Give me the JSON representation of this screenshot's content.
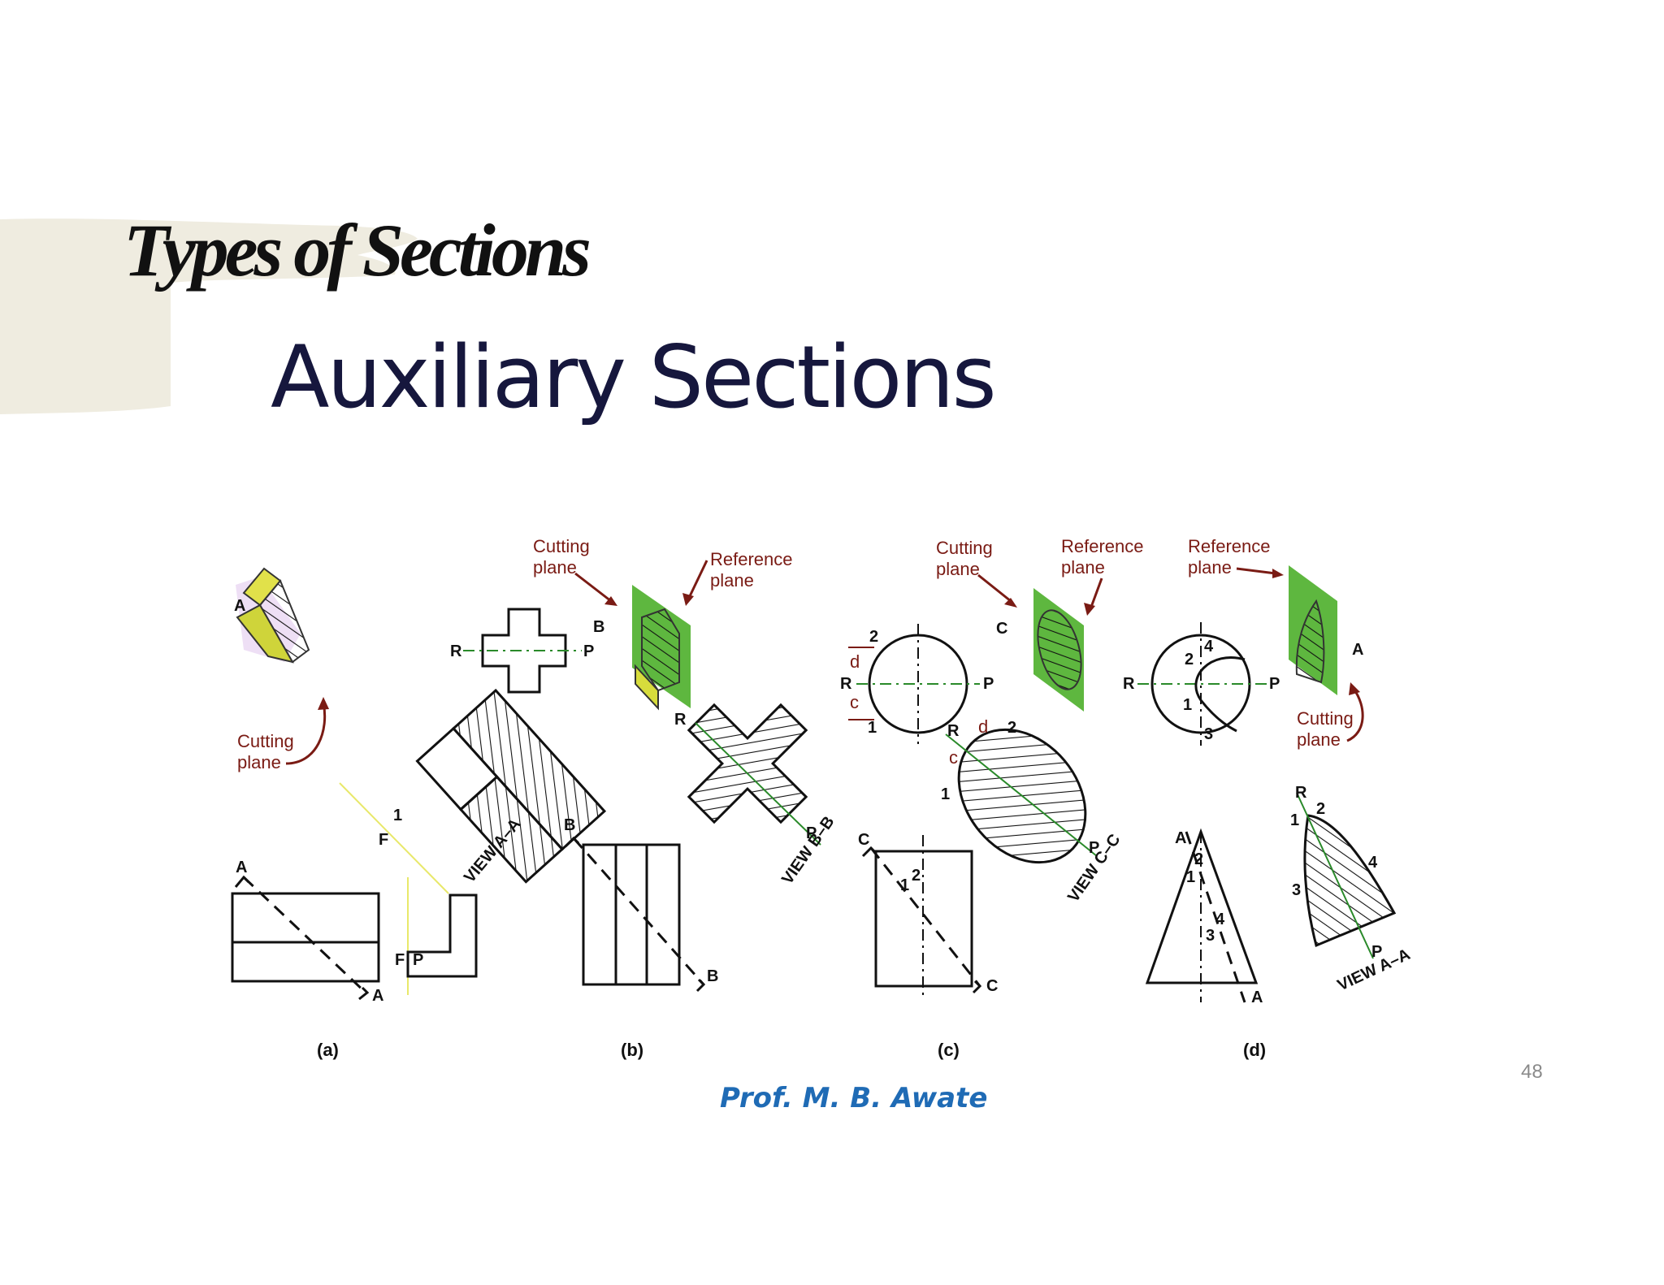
{
  "slide": {
    "title": "Types of Sections",
    "subtitle": "Auxiliary Sections",
    "page_number": "48",
    "author": "Prof. M. B. Awate"
  },
  "figure": {
    "captions": [
      "(a)",
      "(b)",
      "(c)",
      "(d)"
    ],
    "labels": {
      "cutting_plane_line1": "Cutting",
      "cutting_plane_line2": "plane",
      "reference_plane_line1": "Reference",
      "reference_plane_line2": "plane",
      "view_aa": "VIEW A–A",
      "view_bb": "VIEW B–B",
      "view_cc": "VIEW C–C",
      "letters": {
        "A": "A",
        "B": "B",
        "C": "C",
        "R": "R",
        "P": "P",
        "F": "F",
        "d": "d",
        "c": "c"
      },
      "numbers": {
        "n1": "1",
        "n2": "2",
        "n3": "3",
        "n4": "4"
      }
    }
  },
  "colors": {
    "brush": "#efece0",
    "title": "#111111",
    "subtitle": "#16173d",
    "author": "#1f6bb5",
    "label_red": "#7a1b14",
    "plane_green": "#4caf2a",
    "solid_yellow": "#d7dc3c"
  }
}
